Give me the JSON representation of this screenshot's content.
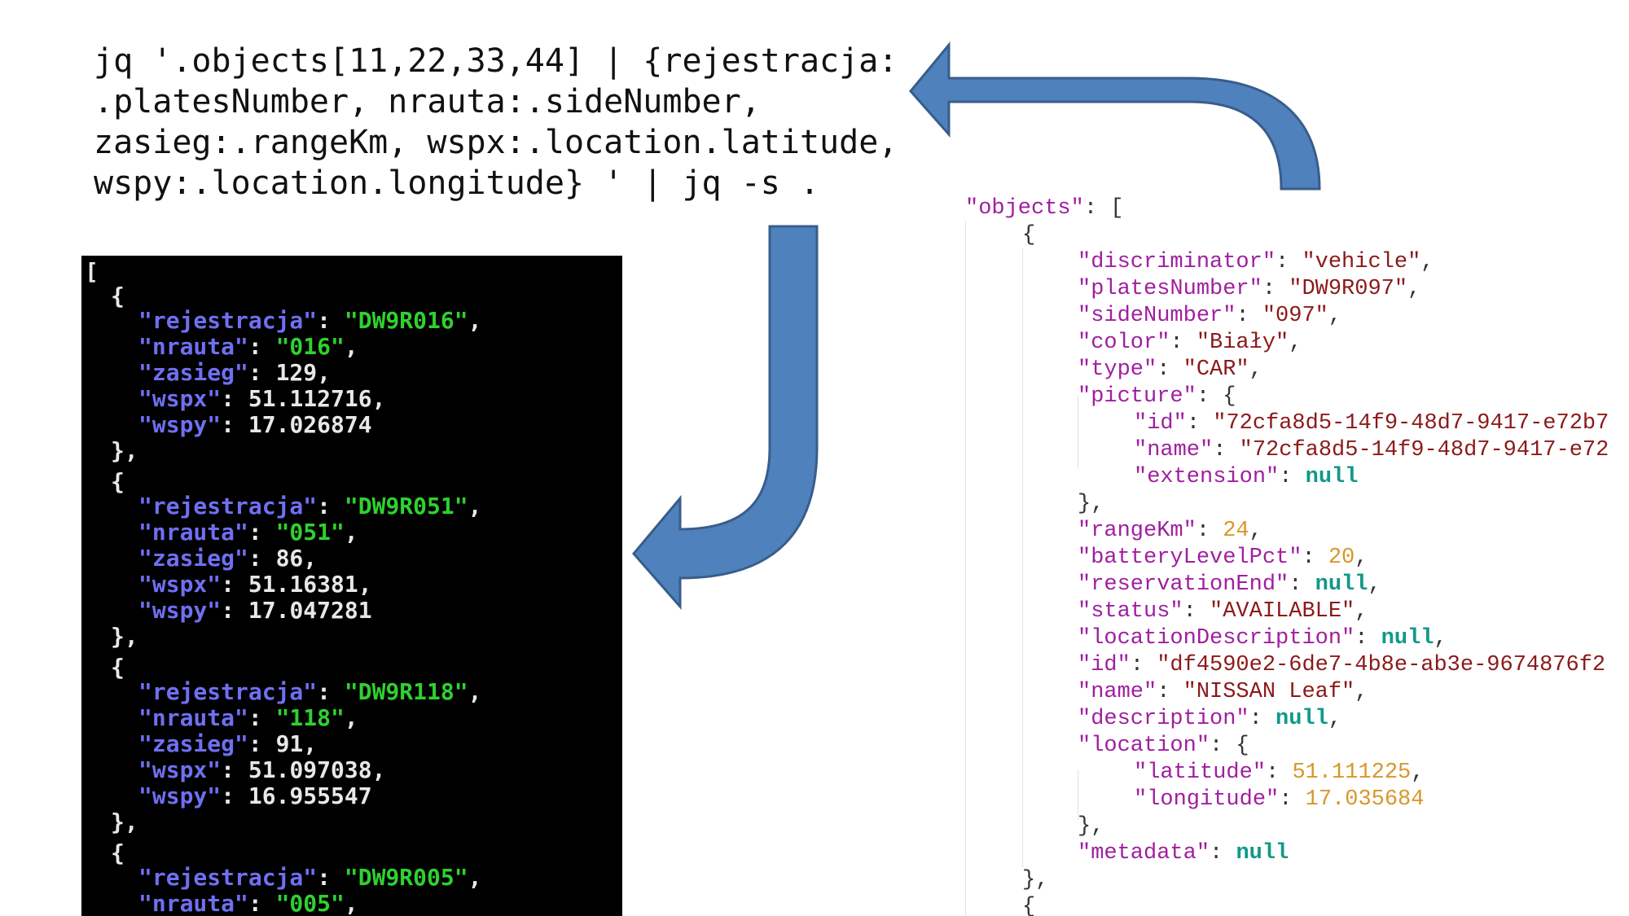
{
  "command": {
    "lines": [
      "jq '.objects[11,22,33,44] | {rejestracja:",
      ".platesNumber, nrauta:.sideNumber,",
      "zasieg:.rangeKm, wspx:.location.latitude,",
      "wspy:.location.longitude} ' | jq -s ."
    ]
  },
  "terminal": {
    "open_bracket": "[",
    "records": [
      {
        "rejestracja": "\"DW9R016\"",
        "nrauta": "\"016\"",
        "zasieg": "129",
        "wspx": "51.112716",
        "wspy": "17.026874"
      },
      {
        "rejestracja": "\"DW9R051\"",
        "nrauta": "\"051\"",
        "zasieg": "86",
        "wspx": "51.16381",
        "wspy": "17.047281"
      },
      {
        "rejestracja": "\"DW9R118\"",
        "nrauta": "\"118\"",
        "zasieg": "91",
        "wspx": "51.097038",
        "wspy": "16.955547"
      },
      {
        "rejestracja": "\"DW9R005\"",
        "nrauta": "\"005\""
      }
    ]
  },
  "viewer": {
    "objects_key": "\"objects\"",
    "fields": {
      "discriminator": "\"vehicle\"",
      "platesNumber": "\"DW9R097\"",
      "sideNumber": "\"097\"",
      "color": "\"Biały\"",
      "type": "\"CAR\"",
      "picture_id": "\"72cfa8d5-14f9-48d7-9417-e72b7",
      "picture_name": "\"72cfa8d5-14f9-48d7-9417-e72",
      "picture_extension": "null",
      "rangeKm": "24",
      "batteryLevelPct": "20",
      "reservationEnd": "null",
      "status": "\"AVAILABLE\"",
      "locationDescription": "null",
      "id": "\"df4590e2-6de7-4b8e-ab3e-9674876f2",
      "name": "\"NISSAN Leaf\"",
      "description": "null",
      "latitude": "51.111225",
      "longitude": "17.035684",
      "metadata": "null"
    }
  },
  "colors": {
    "arrow_fill": "#4f81bd",
    "arrow_stroke": "#385d8a",
    "terminal_bg": "#000000",
    "terminal_key": "#6f6ff2",
    "terminal_string": "#2fd12f",
    "viewer_key": "#a01fa0",
    "viewer_string": "#8b1a1a",
    "viewer_number": "#d8962a",
    "viewer_null": "#11998a"
  },
  "icons": [
    "curved-arrow-left-icon",
    "curved-arrow-down-left-icon"
  ]
}
